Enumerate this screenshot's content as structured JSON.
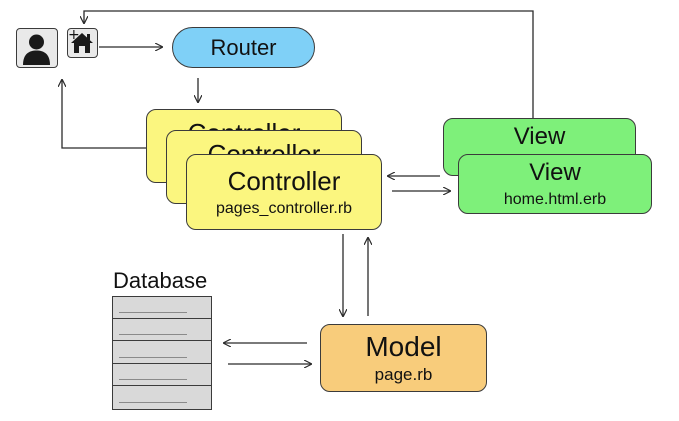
{
  "router": {
    "label": "Router"
  },
  "controllers": [
    {
      "label": "Controller",
      "file": ""
    },
    {
      "label": "Controller",
      "file": ""
    },
    {
      "label": "Controller",
      "file": "pages_controller.rb"
    }
  ],
  "views": [
    {
      "label": "View",
      "file": ""
    },
    {
      "label": "View",
      "file": "home.html.erb"
    }
  ],
  "model": {
    "label": "Model",
    "file": "page.rb"
  },
  "database": {
    "label": "Database",
    "rows": 5
  },
  "icons": {
    "user": "user-icon",
    "home": "home-icon"
  },
  "colors": {
    "router": "#7fd0f7",
    "controller": "#fbf67f",
    "view": "#7ef07a",
    "model": "#f8cc7b",
    "database": "#d9d9d9"
  }
}
